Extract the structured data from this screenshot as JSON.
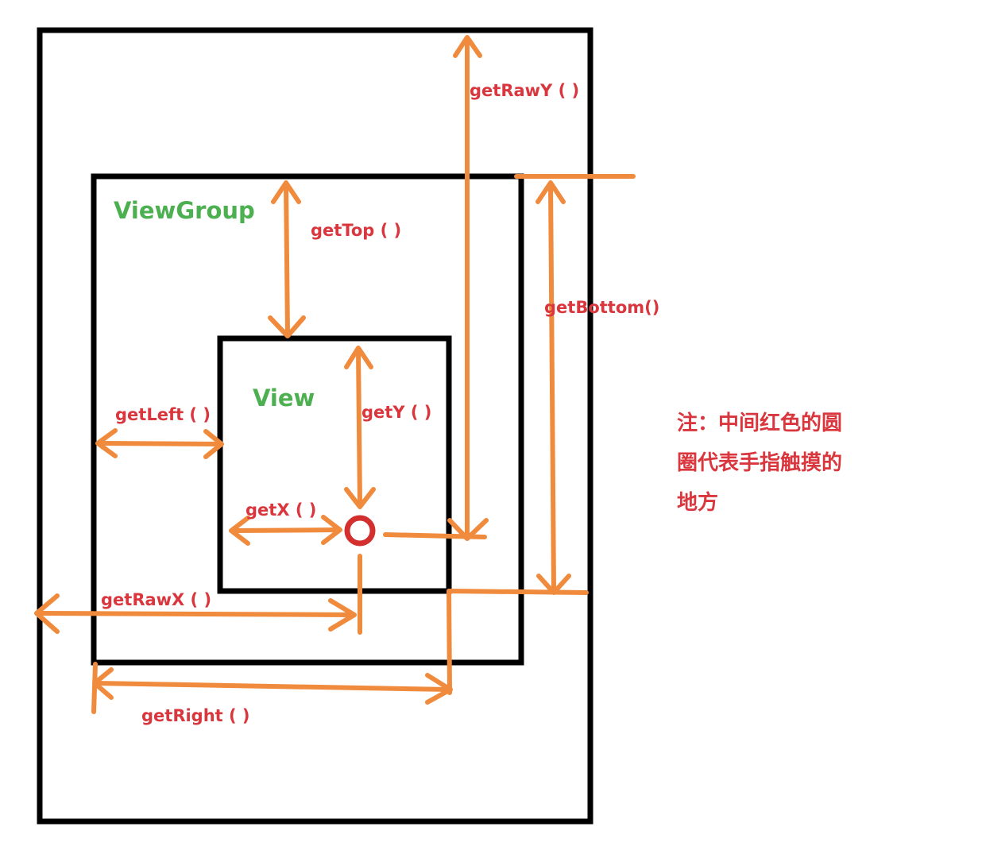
{
  "colors": {
    "frame": "#000000",
    "arrow": "#f08a3c",
    "label_red": "#d9363e",
    "label_green": "#4caf50",
    "touch_point": "#d32f2f"
  },
  "boxes": {
    "viewgroup_label": "ViewGroup",
    "view_label": "View"
  },
  "labels": {
    "get_raw_y": "getRawY ( )",
    "get_top": "getTop ( )",
    "get_bottom": "getBottom()",
    "get_left": "getLeft ( )",
    "get_y": "getY ( )",
    "get_x": "getX ( )",
    "get_raw_x": "getRawX ( )",
    "get_right": "getRight ( )"
  },
  "note": {
    "lines": [
      "注：中间红色的圆",
      "圈代表手指触摸的",
      "地方"
    ]
  }
}
